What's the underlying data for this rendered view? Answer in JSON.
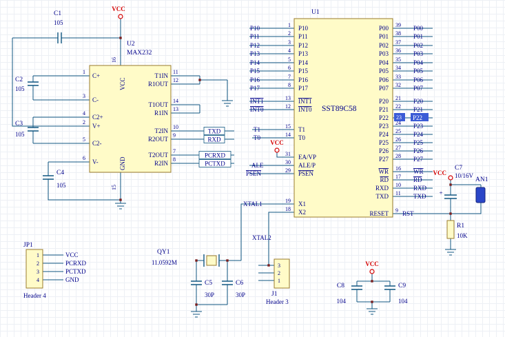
{
  "u1": {
    "ref": "U1",
    "name": "SST89C58",
    "left_ports": [
      {
        "pin": "1",
        "label": "P10",
        "net": "P10"
      },
      {
        "pin": "2",
        "label": "P11",
        "net": "P11"
      },
      {
        "pin": "3",
        "label": "P12",
        "net": "P12"
      },
      {
        "pin": "4",
        "label": "P13",
        "net": "P13"
      },
      {
        "pin": "5",
        "label": "P14",
        "net": "P14"
      },
      {
        "pin": "6",
        "label": "P15",
        "net": "P15"
      },
      {
        "pin": "7",
        "label": "P16",
        "net": "P16"
      },
      {
        "pin": "8",
        "label": "P17",
        "net": "P17"
      },
      {
        "pin": "13",
        "label": "INT1",
        "net": "INT1"
      },
      {
        "pin": "12",
        "label": "INT0",
        "net": "INT0"
      },
      {
        "pin": "15",
        "label": "T1",
        "net": "T1"
      },
      {
        "pin": "14",
        "label": "T0",
        "net": "T0"
      },
      {
        "pin": "31",
        "label": "EA/VP",
        "net": "VCC"
      },
      {
        "pin": "30",
        "label": "ALE/P",
        "net": "ALE"
      },
      {
        "pin": "29",
        "label": "PSEN",
        "net": "PSEN"
      },
      {
        "pin": "19",
        "label": "X1",
        "net": "XTAL1"
      },
      {
        "pin": "18",
        "label": "X2",
        "net": "XTAL2"
      }
    ],
    "right_ports": [
      {
        "pin": "39",
        "label": "P00",
        "net": "P00"
      },
      {
        "pin": "38",
        "label": "P01",
        "net": "P01"
      },
      {
        "pin": "37",
        "label": "P02",
        "net": "P02"
      },
      {
        "pin": "36",
        "label": "P03",
        "net": "P03"
      },
      {
        "pin": "35",
        "label": "P04",
        "net": "P04"
      },
      {
        "pin": "34",
        "label": "P05",
        "net": "P05"
      },
      {
        "pin": "33",
        "label": "P06",
        "net": "P06"
      },
      {
        "pin": "32",
        "label": "P07",
        "net": "P07"
      },
      {
        "pin": "21",
        "label": "P20",
        "net": "P20"
      },
      {
        "pin": "22",
        "label": "P21",
        "net": "P21"
      },
      {
        "pin": "23",
        "label": "P22",
        "net": "P22",
        "highlighted": true
      },
      {
        "pin": "24",
        "label": "P23",
        "net": "P23"
      },
      {
        "pin": "25",
        "label": "P24",
        "net": "P24"
      },
      {
        "pin": "26",
        "label": "P25",
        "net": "P25"
      },
      {
        "pin": "27",
        "label": "P26",
        "net": "P26"
      },
      {
        "pin": "28",
        "label": "P27",
        "net": "P27"
      },
      {
        "pin": "16",
        "label": "WR",
        "net": "WR"
      },
      {
        "pin": "17",
        "label": "RD",
        "net": "RD"
      },
      {
        "pin": "10",
        "label": "RXD",
        "net": "RXD"
      },
      {
        "pin": "11",
        "label": "TXD",
        "net": "TXD"
      },
      {
        "pin": "9",
        "label": "RESET",
        "net": "RST"
      }
    ]
  },
  "u2": {
    "ref": "U2",
    "name": "MAX232",
    "left_ports": [
      {
        "pin": "1",
        "label": "C+"
      },
      {
        "pin": "3",
        "label": "C-"
      },
      {
        "pin": "4",
        "label": "C2+"
      },
      {
        "pin": "2",
        "label": "V+"
      },
      {
        "pin": "5",
        "label": "C2-"
      },
      {
        "pin": "6",
        "label": "V-"
      }
    ],
    "right_ports": [
      {
        "pin": "11",
        "label": "T1IN"
      },
      {
        "pin": "12",
        "label": "R1OUT"
      },
      {
        "pin": "14",
        "label": "T1OUT"
      },
      {
        "pin": "13",
        "label": "R1IN"
      },
      {
        "pin": "10",
        "label": "T2IN",
        "net": "TXD"
      },
      {
        "pin": "9",
        "label": "R2OUT",
        "net": "RXD"
      },
      {
        "pin": "7",
        "label": "T2OUT",
        "net": "PCRXD"
      },
      {
        "pin": "8",
        "label": "R2IN",
        "net": "PCTXD"
      }
    ],
    "top_port": {
      "pin": "16",
      "label": "VCC"
    },
    "bottom_port": {
      "pin": "15",
      "label": "GND"
    }
  },
  "capacitors": {
    "c1": {
      "ref": "C1",
      "value": "105"
    },
    "c2": {
      "ref": "C2",
      "value": "105"
    },
    "c3": {
      "ref": "C3",
      "value": "105"
    },
    "c4": {
      "ref": "C4",
      "value": "105"
    },
    "c5": {
      "ref": "C5",
      "value": "30P"
    },
    "c6": {
      "ref": "C6",
      "value": "30P"
    },
    "c7": {
      "ref": "C7",
      "value": "10/16V"
    },
    "c8": {
      "ref": "C8",
      "value": "104"
    },
    "c9": {
      "ref": "C9",
      "value": "104"
    }
  },
  "crystal": {
    "ref": "QY1",
    "value": "11.0592M"
  },
  "resistor": {
    "ref": "R1",
    "value": "10K"
  },
  "button": {
    "ref": "AN1"
  },
  "jp1": {
    "ref": "JP1",
    "type": "Header 4",
    "pins": [
      "1",
      "2",
      "3",
      "4"
    ],
    "nets": [
      "VCC",
      "PCRXD",
      "PCTXD",
      "GND"
    ]
  },
  "j1": {
    "ref": "J1",
    "type": "Header 3",
    "pins": [
      "3",
      "2",
      "1"
    ]
  },
  "power": {
    "vcc": "VCC",
    "plus": "+"
  }
}
